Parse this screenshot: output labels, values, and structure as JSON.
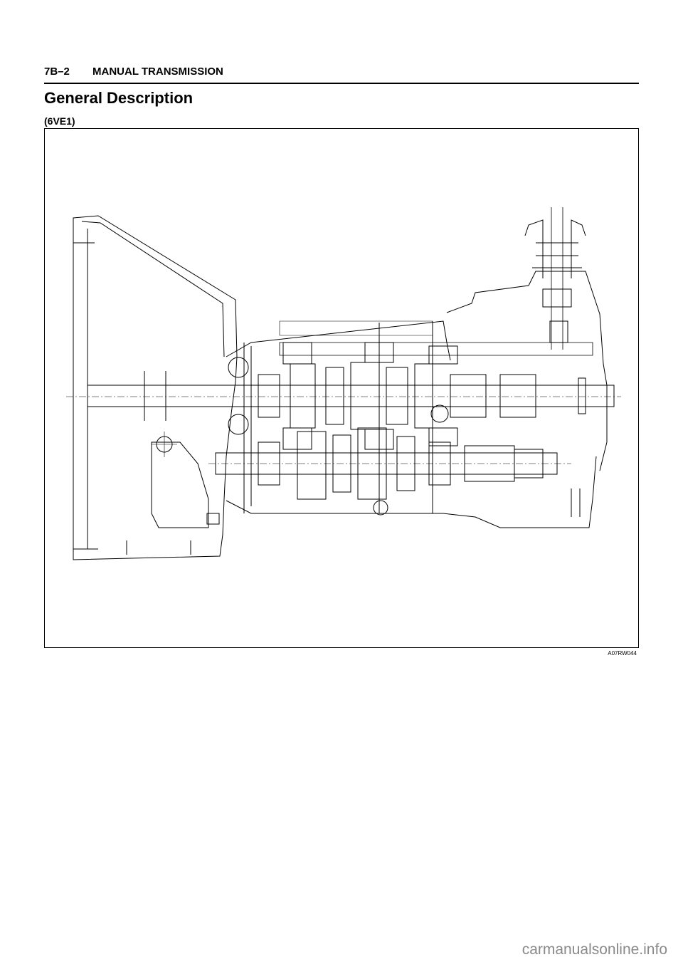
{
  "header": {
    "page_number": "7B–2",
    "section": "MANUAL TRANSMISSION"
  },
  "heading": "General Description",
  "model": "(6VE1)",
  "figure": {
    "id": "A07RW044"
  },
  "watermark": "carmanualsonline.info"
}
